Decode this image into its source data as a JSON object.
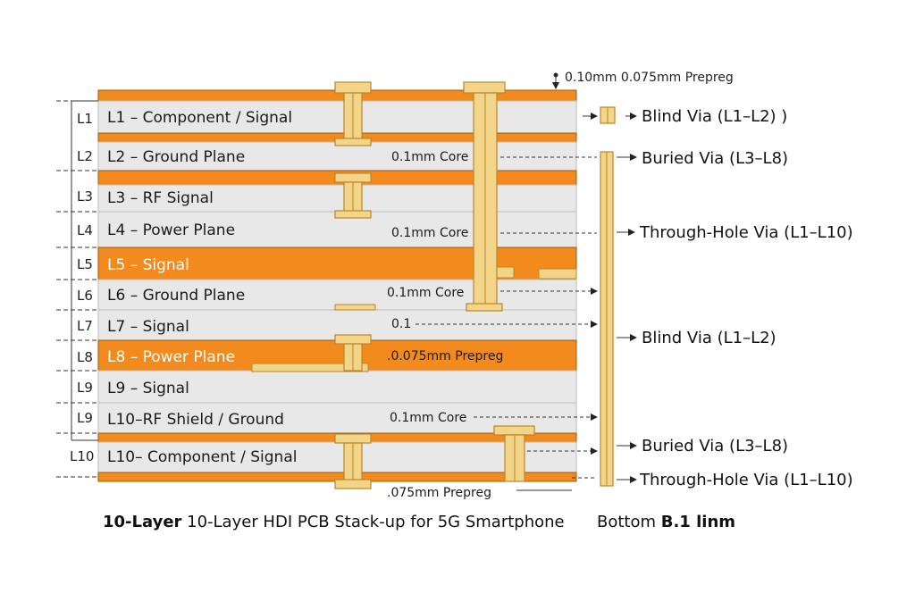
{
  "layers": [
    {
      "num": "L1",
      "label": "L1 – Component / Signal",
      "kind": "dielectric"
    },
    {
      "num": "L2",
      "label": "L2 – Ground Plane",
      "kind": "dielectric"
    },
    {
      "num": "L3",
      "label": "L3 – RF Signal",
      "kind": "dielectric"
    },
    {
      "num": "L4",
      "label": "L4 – Power Plane",
      "kind": "dielectric"
    },
    {
      "num": "L5",
      "label": "L5 – Signal",
      "kind": "copper"
    },
    {
      "num": "L6",
      "label": "L6 – Ground Plane",
      "kind": "dielectric"
    },
    {
      "num": "L7",
      "label": "L7 – Signal",
      "kind": "dielectric"
    },
    {
      "num": "L8",
      "label": "L8 – Power Plane",
      "kind": "copper"
    },
    {
      "num": "L9",
      "label": "L9 – Signal",
      "kind": "dielectric"
    },
    {
      "num": "L9",
      "label": "L10–RF Shield / Ground",
      "kind": "dielectric"
    },
    {
      "num": "L10",
      "label": "L10– Component / Signal",
      "kind": "dielectric"
    }
  ],
  "core_labels": {
    "l2": "0.1mm Core",
    "l4": "0.1mm Core",
    "l6": "0.1mm Core",
    "l7": "0.1",
    "l8": ".0.075mm Prepreg",
    "l10b": "0.1mm Core",
    "bottom": ".075mm Prepreg"
  },
  "top_note": "0.10mm 0.075mm Prepreg",
  "callouts": [
    "Blind Via (L1–L2) )",
    "Buried Via (L3–L8)",
    "Through-Hole Via (L1–L10)",
    "Blind Via (L1–L2)",
    "Buried Via (L3–L8)",
    "Through-Hole Via (L1–L10)"
  ],
  "caption": {
    "bold": "10-Layer",
    "main": " 10-Layer HDI PCB Stack-up for 5G Smartphone",
    "bottom": "Bottom ",
    "bottom_bold": "B.1 linm"
  },
  "colors": {
    "copper": "#F28A1E",
    "dielectric": "#E8E8E8",
    "via_gold": "#F3D58A",
    "via_edge": "#B8862A"
  }
}
